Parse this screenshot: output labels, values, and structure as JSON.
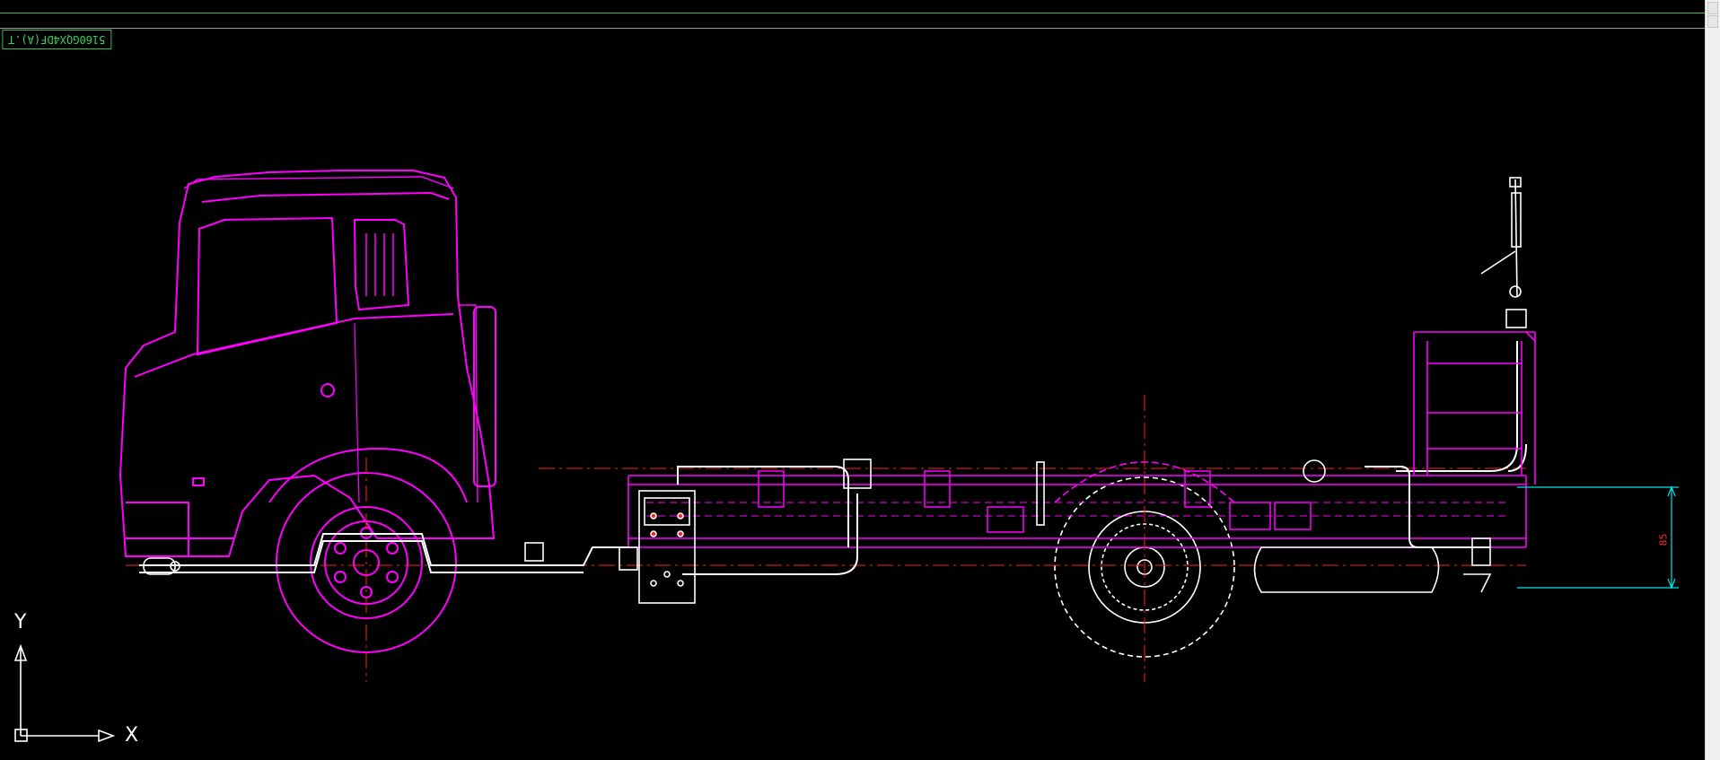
{
  "viewport": {
    "background": "#000000",
    "tab_label": "5160GQX4DF(A).T",
    "dimension_text": "85"
  },
  "ucs": {
    "x_label": "X",
    "y_label": "Y",
    "color": "#ffffff",
    "icon": "ucs-axis-icon"
  },
  "colors": {
    "magenta": "#ff00ff",
    "white": "#ffffff",
    "red": "#ff2020",
    "cyan": "#00e5e5",
    "green": "#2fbf4f",
    "yellow": "#ffff00"
  },
  "scrollbar": {
    "icons": [
      "scroll-up-arrow-icon",
      "scroll-down-arrow-icon"
    ]
  }
}
